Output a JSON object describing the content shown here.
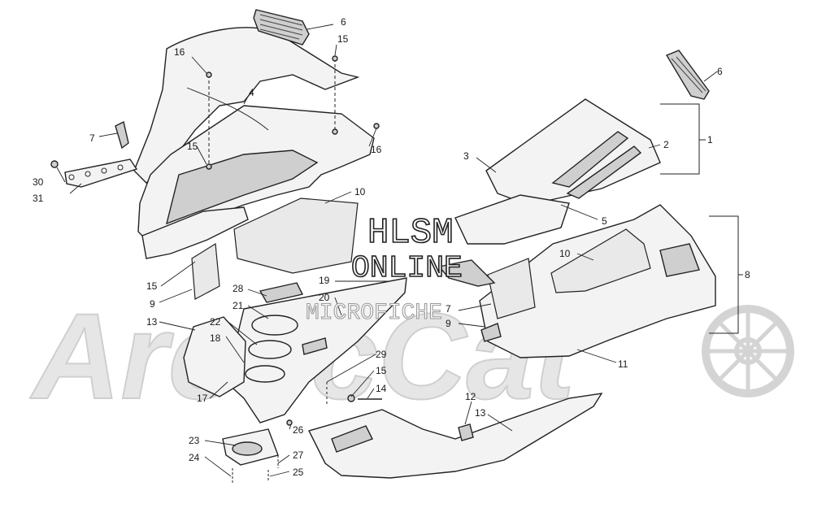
{
  "watermark": {
    "brand": "ArcticCat",
    "line1": "HLSM",
    "line2": "ONLINE",
    "line3": "MICROFICHE"
  },
  "callouts": [
    {
      "id": "c6a",
      "text": "6"
    },
    {
      "id": "c15a",
      "text": "15"
    },
    {
      "id": "c16a",
      "text": "16"
    },
    {
      "id": "c4",
      "text": "4"
    },
    {
      "id": "c7a",
      "text": "7"
    },
    {
      "id": "c15b",
      "text": "15"
    },
    {
      "id": "c16b",
      "text": "16"
    },
    {
      "id": "c30",
      "text": "30"
    },
    {
      "id": "c31",
      "text": "31"
    },
    {
      "id": "c10a",
      "text": "10"
    },
    {
      "id": "c15c",
      "text": "15"
    },
    {
      "id": "c9a",
      "text": "9"
    },
    {
      "id": "c28",
      "text": "28"
    },
    {
      "id": "c21",
      "text": "21"
    },
    {
      "id": "c22",
      "text": "22"
    },
    {
      "id": "c18",
      "text": "18"
    },
    {
      "id": "c19",
      "text": "19"
    },
    {
      "id": "c20",
      "text": "20"
    },
    {
      "id": "c13a",
      "text": "13"
    },
    {
      "id": "c17",
      "text": "17"
    },
    {
      "id": "c29",
      "text": "29"
    },
    {
      "id": "c15d",
      "text": "15"
    },
    {
      "id": "c14",
      "text": "14"
    },
    {
      "id": "c26",
      "text": "26"
    },
    {
      "id": "c23",
      "text": "23"
    },
    {
      "id": "c24",
      "text": "24"
    },
    {
      "id": "c27",
      "text": "27"
    },
    {
      "id": "c25",
      "text": "25"
    },
    {
      "id": "c6b",
      "text": "6"
    },
    {
      "id": "c1",
      "text": "1"
    },
    {
      "id": "c2",
      "text": "2"
    },
    {
      "id": "c3",
      "text": "3"
    },
    {
      "id": "c5",
      "text": "5"
    },
    {
      "id": "c8",
      "text": "8"
    },
    {
      "id": "c10b",
      "text": "10"
    },
    {
      "id": "c7b",
      "text": "7"
    },
    {
      "id": "c9b",
      "text": "9"
    },
    {
      "id": "c11",
      "text": "11"
    },
    {
      "id": "c12",
      "text": "12"
    },
    {
      "id": "c13b",
      "text": "13"
    }
  ]
}
